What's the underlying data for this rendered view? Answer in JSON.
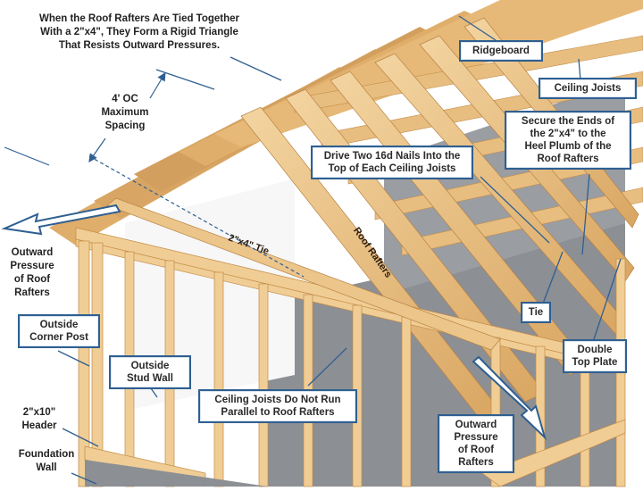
{
  "diagram": {
    "title": "Roof rafter framing with 2\"x4\" ties",
    "headline": [
      "When the Roof Rafters Are Tied Together",
      "With a 2\"x4\", They Form a Rigid Triangle",
      "That Resists Outward Pressures."
    ],
    "spacing_note": [
      "4' OC",
      "Maximum",
      "Spacing"
    ],
    "outward_pressure_left": [
      "Outward",
      "Pressure",
      "of Roof",
      "Rafters"
    ],
    "header_note": [
      "2\"x10\"",
      "Header"
    ],
    "foundation_note": [
      "Foundation",
      "Wall"
    ],
    "callouts": {
      "ridgeboard": [
        "Ridgeboard"
      ],
      "ceiling_joists": [
        "Ceiling Joists"
      ],
      "secure_ends": [
        "Secure the Ends of",
        "the 2\"x4\" to the",
        "Heel Plumb of the",
        "Roof Rafters"
      ],
      "drive_nails": [
        "Drive Two 16d Nails Into the",
        "Top of Each Ceiling Joists"
      ],
      "tie": [
        "Tie"
      ],
      "double_top_plate": [
        "Double",
        "Top Plate"
      ],
      "outside_corner_post": [
        "Outside",
        "Corner Post"
      ],
      "outside_stud_wall": [
        "Outside",
        "Stud Wall"
      ],
      "joists_not_parallel": [
        "Ceiling Joists Do Not Run",
        "Parallel to Roof Rafters"
      ],
      "outward_pressure_right": [
        "Outward",
        "Pressure",
        "of Roof",
        "Rafters"
      ]
    },
    "wood_labels": {
      "tie": "2\"x4\" Tie",
      "rafters": "Roof Rafters"
    },
    "colors": {
      "wood_light": "#f0cd94",
      "wood_mid": "#dfae6a",
      "wood_dark": "#c48c48",
      "sheathing_gray": "#8c8f94",
      "callout_border": "#2f5f91",
      "leader_line": "#2f5f91"
    }
  }
}
